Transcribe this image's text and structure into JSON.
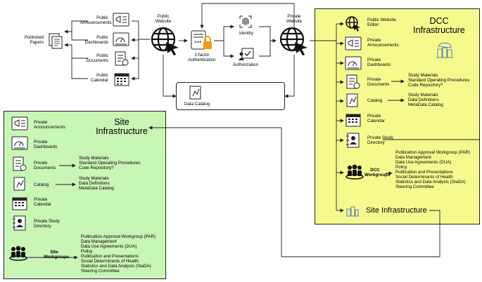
{
  "public": {
    "published_papers": "Published Papers",
    "announcements": "Public Announcements",
    "dashboards": "Public Dashboards",
    "documents": "Public Documents",
    "calendar": "Public Calendar",
    "website": "Public Website"
  },
  "auth": {
    "two_factor": "2-factor Authentication",
    "identity": "Identity",
    "authorization": "Authorization",
    "data_catalog": "Data Catalog"
  },
  "private_website": "Private Website",
  "dcc": {
    "title": "DCC Infrastructure",
    "items": {
      "editor": "Public Website Editor",
      "announcements": "Private Announcements",
      "dashboards": "Private Dashboards",
      "documents": "Private Documents",
      "catalog": "Catalog",
      "calendar": "Private Calendar",
      "directory": "Private Study Directory",
      "workgroups": "DCC Workgroups",
      "site_infra": "Site Infrastructure"
    },
    "documents_list": [
      "Study Materials",
      "Standard Operating Procedures",
      "Code Repository?"
    ],
    "catalog_list": [
      "Study Materials",
      "Data Definitions",
      "MetaData Catalog"
    ],
    "workgroups_list": [
      "Publication Approval Workgroup (PAR)",
      "Data Management",
      "Data Use Agreements (DUA)",
      "Policy",
      "Publicaiton and Presentations",
      "Social Determinants of Health",
      "Statistics and Data Analysis (StaDA)",
      "Steering Committee"
    ]
  },
  "site": {
    "title": "Site Infrastructure",
    "items": {
      "announcements": "Private Announcements",
      "dashboards": "Private Dashboards",
      "documents": "Private Documents",
      "catalog": "Catalog",
      "calendar": "Private Calendar",
      "directory": "Private Study Directory",
      "workgroups": "Site Workgroups"
    },
    "documents_list": [
      "Study Materials",
      "Standard Operating Procedures",
      "Code Repository?"
    ],
    "catalog_list": [
      "Study Materials",
      "Data Definitions",
      "MetaData Catalog"
    ],
    "workgroups_list": [
      "Publication Approval Workgroup (PAR)",
      "Data Management",
      "Data Use Agreements (DUA)",
      "Policy",
      "Publicaiton and Presentations",
      "Social Determinants of Health",
      "Statistics and Data Analysis (StaDA)",
      "Steering Committee"
    ]
  },
  "colors": {
    "panel_dcc": "#f4fb8c",
    "panel_site": "#c9f5b5",
    "line": "#222222",
    "lock": "#f39c12"
  }
}
